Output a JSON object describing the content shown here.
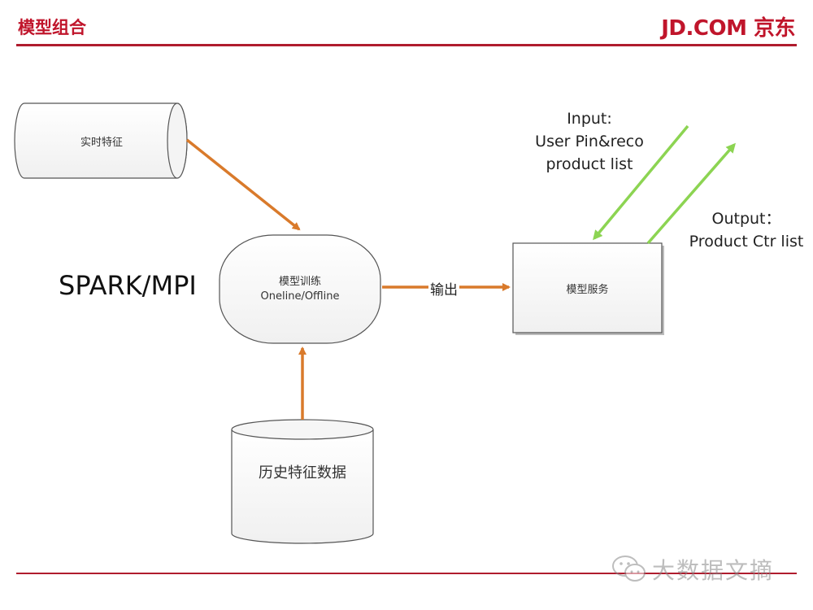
{
  "header": {
    "title": "模型组合",
    "logo": "JD.COM 京东"
  },
  "nodes": {
    "realtime": "实时特征",
    "training_title": "模型训练",
    "training_mode": "Oneline/Offline",
    "service": "模型服务",
    "history": "历史特征数据"
  },
  "framework_label": "SPARK/MPI",
  "edges": {
    "output": "输出"
  },
  "input_note": [
    "Input:",
    "User Pin&reco",
    "product  list"
  ],
  "output_note": [
    "Output：",
    "Product Ctr list"
  ],
  "watermark": {
    "text": "大数据文摘",
    "icon": "wechat-icon"
  },
  "colors": {
    "brand": "#c0152b",
    "orange_arrow": "#d97a2b",
    "green_arrow": "#8cd452"
  }
}
